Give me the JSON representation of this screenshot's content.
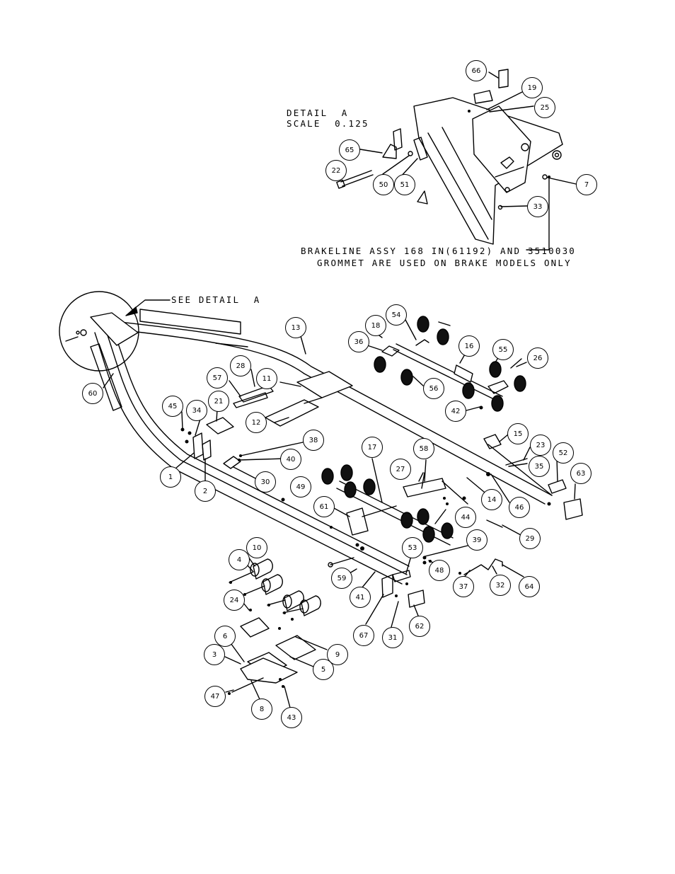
{
  "notes": {
    "detail_title": "DETAIL  A",
    "detail_scale": "SCALE  0.125",
    "brake_line1": "BRAKELINE ASSY 168 IN(61192) AND 3510030",
    "brake_line2": "GROMMET ARE USED ON BRAKE MODELS ONLY",
    "see_detail": "SEE DETAIL  A"
  },
  "callouts": [
    "66",
    "19",
    "25",
    "65",
    "22",
    "50",
    "51",
    "7",
    "33",
    "13",
    "54",
    "18",
    "36",
    "16",
    "55",
    "26",
    "56",
    "42",
    "60",
    "28",
    "57",
    "11",
    "21",
    "45",
    "34",
    "12",
    "38",
    "40",
    "1",
    "2",
    "30",
    "49",
    "15",
    "23",
    "52",
    "35",
    "63",
    "17",
    "58",
    "27",
    "46",
    "14",
    "44",
    "29",
    "61",
    "10",
    "4",
    "39",
    "53",
    "48",
    "37",
    "32",
    "64",
    "59",
    "41",
    "24",
    "67",
    "31",
    "62",
    "6",
    "9",
    "3",
    "5",
    "47",
    "8",
    "43"
  ]
}
